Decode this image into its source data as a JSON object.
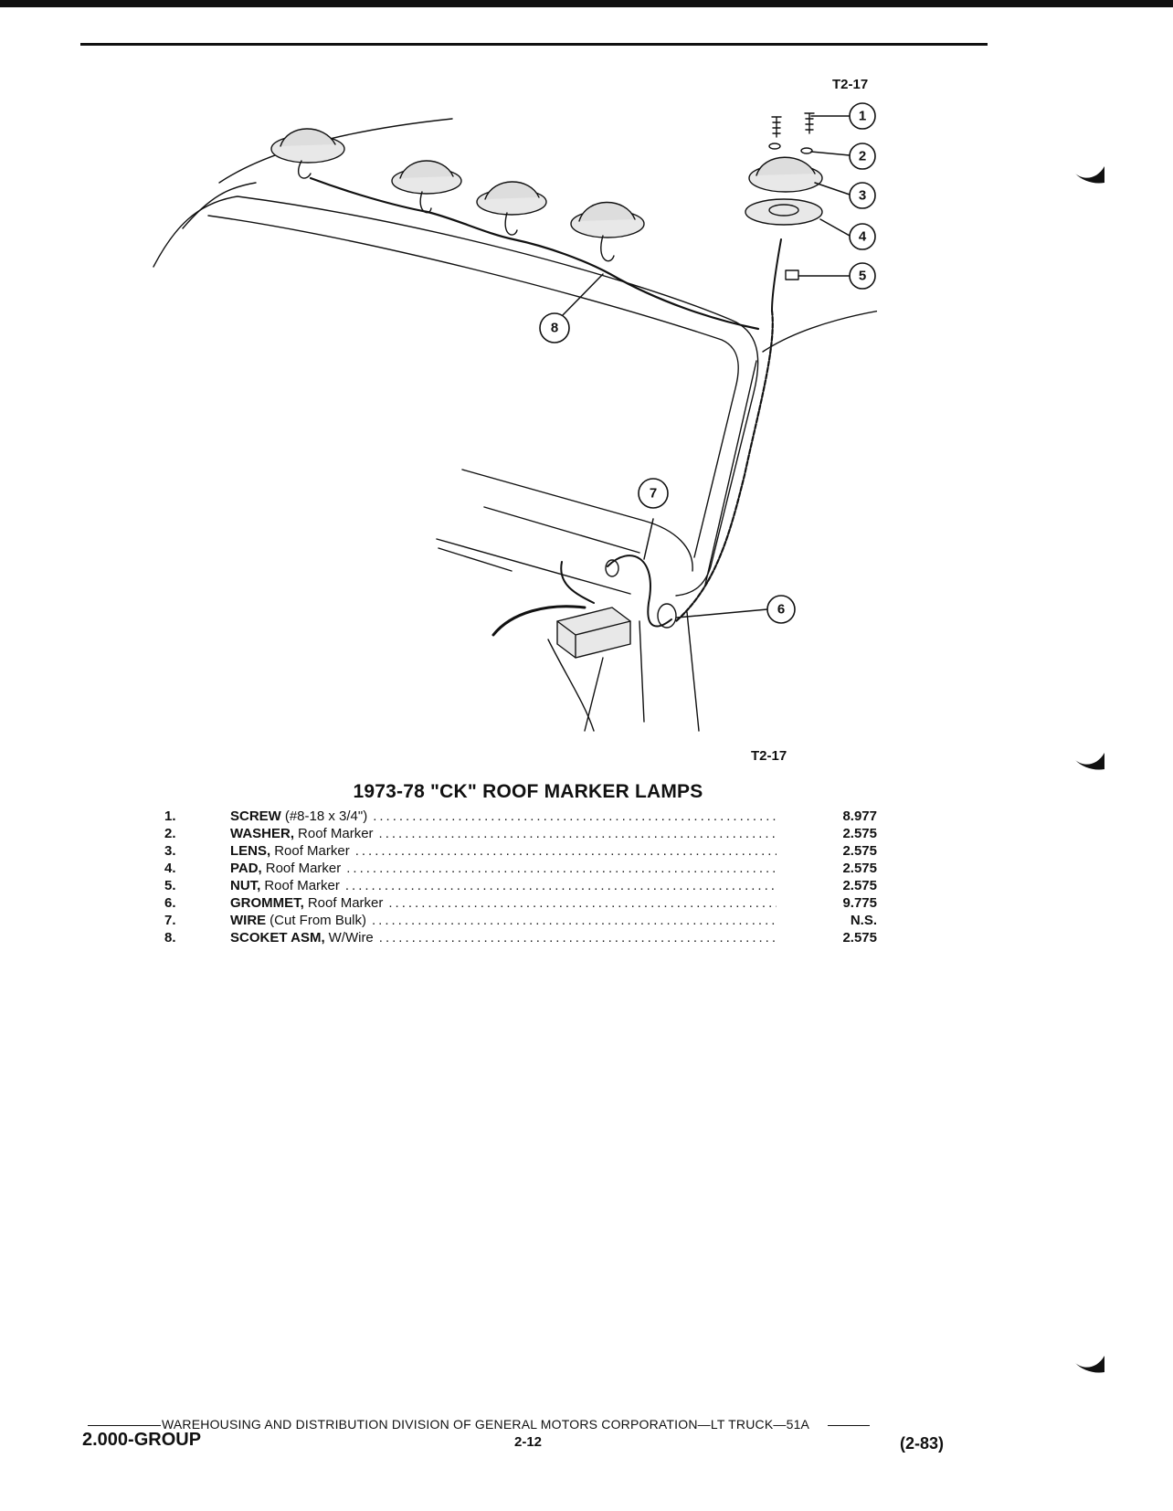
{
  "header": {
    "figure_code_top": "T2-17",
    "figure_code_bottom": "T2-17"
  },
  "illustration": {
    "callouts": [
      "1",
      "2",
      "3",
      "4",
      "5",
      "6",
      "7",
      "8"
    ]
  },
  "title": "1973-78 \"CK\" ROOF MARKER LAMPS",
  "parts": [
    {
      "num": "1.",
      "name": "SCREW",
      "spec": "(#8-18 x 3/4\")",
      "group": "8.977"
    },
    {
      "num": "2.",
      "name": "WASHER,",
      "spec": "Roof Marker",
      "group": "2.575"
    },
    {
      "num": "3.",
      "name": "LENS,",
      "spec": "Roof Marker",
      "group": "2.575"
    },
    {
      "num": "4.",
      "name": "PAD,",
      "spec": "Roof Marker",
      "group": "2.575"
    },
    {
      "num": "5.",
      "name": "NUT,",
      "spec": "Roof Marker",
      "group": "2.575"
    },
    {
      "num": "6.",
      "name": "GROMMET,",
      "spec": "Roof Marker",
      "group": "9.775"
    },
    {
      "num": "7.",
      "name": "WIRE",
      "spec": "(Cut From Bulk)",
      "group": "N.S."
    },
    {
      "num": "8.",
      "name": "SCOKET ASM,",
      "spec": "W/Wire",
      "group": "2.575"
    }
  ],
  "footer": {
    "line": "WAREHOUSING AND DISTRIBUTION  DIVISION OF GENERAL MOTORS CORPORATION—LT TRUCK—51A",
    "group": "2.000-GROUP",
    "page": "2-12",
    "date": "(2-83)"
  }
}
